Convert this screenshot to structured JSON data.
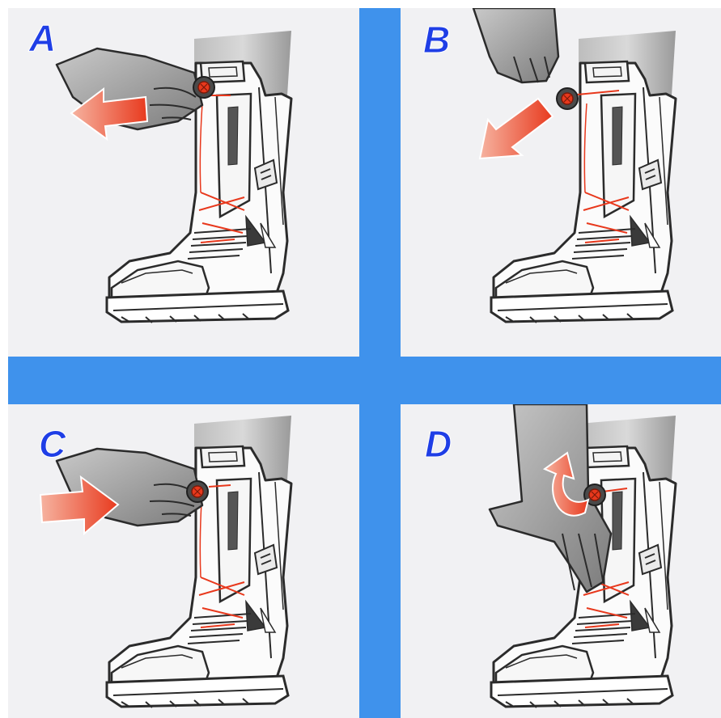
{
  "steps": [
    {
      "id": "a",
      "label": "A",
      "action": "pull-out"
    },
    {
      "id": "b",
      "label": "B",
      "action": "pull-lace"
    },
    {
      "id": "c",
      "label": "C",
      "action": "push-in"
    },
    {
      "id": "d",
      "label": "D",
      "action": "rotate"
    }
  ],
  "colors": {
    "background": "#f1f1f3",
    "divider": "#3f92ec",
    "label": "#1f3ee6",
    "arrow": "#ee4a2c",
    "lace": "#e8381c",
    "skin": "#8d8d8d",
    "outline": "#2b2b2b"
  },
  "icons": {
    "boot": "boot-illustration",
    "hand": "hand-illustration",
    "arrow_left": "arrow-left-icon",
    "arrow_down_left": "arrow-down-left-icon",
    "arrow_right": "arrow-right-icon",
    "arrow_rotate": "rotate-arrow-icon",
    "dial": "lacing-dial-icon"
  }
}
